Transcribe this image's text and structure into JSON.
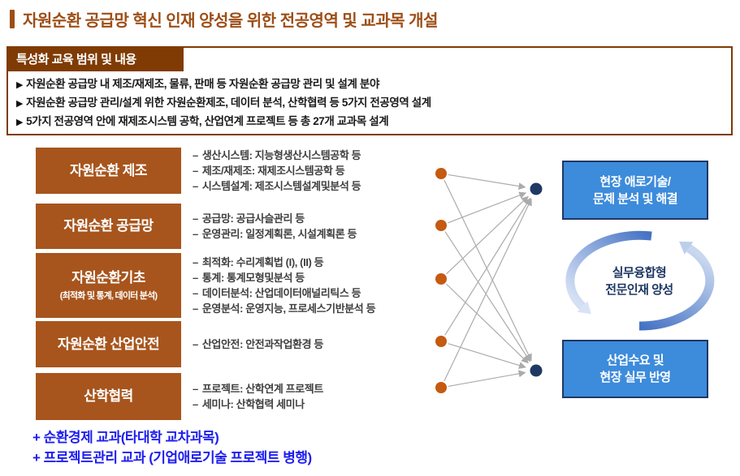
{
  "colors": {
    "title": "#9D4E16",
    "brown_dark": "#7F3B03",
    "brown_box": "#A7551D",
    "blue_box": "#3D8BDB",
    "blue_box_border": "#1F3864",
    "navy_dot": "#203864",
    "orange_dot": "#C55A11",
    "arrow_gray": "#ABABAB",
    "note_blue": "#1E1EF0",
    "cycle_dark": "#4472C4",
    "cycle_light": "#D4E0F4"
  },
  "page_title": {
    "text": "자원순환 공급망 혁신 인재 양성을 위한 전공영역 및 교과목 개설"
  },
  "spec_box": {
    "header": "특성화 교육 범위 및 내용",
    "bullets": [
      "자원순환 공급망 내 제조/재제조, 물류, 판매 등 자원순환 공급망 관리 및 설계 분야",
      "자원순환 공급망 관리/설계 위한 자원순환제조, 데이터 분석, 산학협력 등 5가지 전공영역 설계",
      "5가지 전공영역 안에 재제조시스템 공학, 산업연계 프로젝트 등 총 27개 교과목 설계"
    ]
  },
  "programs": [
    {
      "name": "자원순환 제조",
      "subtitle": "",
      "courses": [
        "생산시스템: 지능형생산시스템공학 등",
        "제조/재제조: 재제조시스템공학 등",
        "시스템설계: 제조시스템설계및분석 등"
      ]
    },
    {
      "name": "자원순환 공급망",
      "subtitle": "",
      "courses": [
        "공급망: 공급사슬관리 등",
        "운영관리: 일정계획론, 시설계획론 등"
      ]
    },
    {
      "name": "자원순환기초",
      "subtitle": "(최적화 및 통계, 데이터 분석)",
      "courses": [
        "최적화: 수리계획법 (I), (II) 등",
        "통계: 통계모형및분석 등",
        "데이터분석: 산업데이터애널리틱스 등",
        "운영분석: 운영지능, 프로세스기반분석 등"
      ]
    },
    {
      "name": "자원순환 산업안전",
      "subtitle": "",
      "courses": [
        "산업안전: 안전과작업환경 등"
      ]
    },
    {
      "name": "산학협력",
      "subtitle": "",
      "courses": [
        "프로젝트: 산학연계 프로젝트",
        "세미나: 산학협력 세미나"
      ]
    }
  ],
  "outcomes": [
    {
      "lines": [
        "현장 애로기술/",
        "문제 분석 및 해결"
      ]
    },
    {
      "lines": [
        "산업수요 및",
        "현장 실무 반영"
      ]
    }
  ],
  "cycle": {
    "lines": [
      "실무융합형",
      "전문인재 양성"
    ]
  },
  "notes": [
    "+ 순환경제 교과(타대학 교차과목)",
    "+ 프로젝트관리 교과 (기업애로기술 프로젝트 병행)"
  ]
}
